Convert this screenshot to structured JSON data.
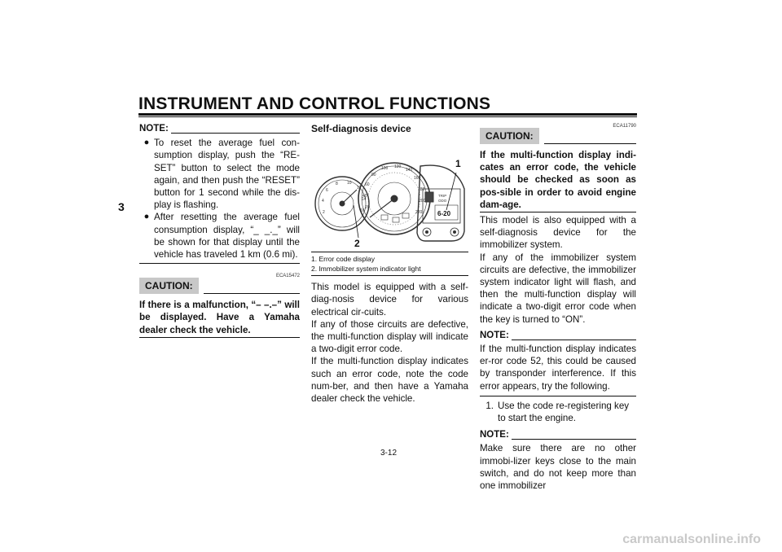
{
  "header": {
    "title": "INSTRUMENT AND CONTROL FUNCTIONS"
  },
  "chapter_tab": "3",
  "col1": {
    "note_label": "NOTE:",
    "bullets": [
      "To reset the average fuel con-sumption display, push the “RE-SET” button to select the mode again, and then push the “RESET” button for 1 second while the dis-play is flashing.",
      "After resetting the average fuel consumption display, “_ _._” will be shown for that display until the vehicle has traveled 1 km (0.6 mi)."
    ],
    "caution_code": "ECA15472",
    "caution_label": "CAUTION:",
    "caution_text": "If there is a malfunction, “– –.–” will be displayed. Have a Yamaha dealer check the vehicle."
  },
  "col2": {
    "section_title": "Self-diagnosis device",
    "figure": {
      "callout_1": "1",
      "callout_2": "2",
      "display_readout": "6-20"
    },
    "captions": [
      "1. Error code display",
      "2. Immobilizer system indicator light"
    ],
    "paragraphs": [
      "This model is equipped with a self-diag-nosis device for various electrical cir-cuits.",
      "If any of those circuits are defective, the multi-function display will indicate a two-digit error code.",
      "If the multi-function display indicates such an error code, note the code num-ber, and then have a Yamaha dealer check the vehicle."
    ]
  },
  "col3": {
    "caution_code": "ECA11790",
    "caution_label": "CAUTION:",
    "caution_text": "If the multi-function display indi-cates an error code, the vehicle should be checked as soon as pos-sible in order to avoid engine dam-age.",
    "paragraphs": [
      "This model is also equipped with a self-diagnosis device for the immobilizer system.",
      "If any of the immobilizer system circuits are defective, the immobilizer system indicator light will flash, and then the multi-function display will indicate a two-digit error code when the key is turned to “ON”."
    ],
    "note1_label": "NOTE:",
    "note1_text": "If the multi-function display indicates er-ror code 52, this could be caused by transponder interference. If this error appears, try the following.",
    "step_num": "1.",
    "step_text": "Use the code re-registering key to start the engine.",
    "note2_label": "NOTE:",
    "note2_text": "Make sure there are no other immobi-lizer keys close to the main switch, and do not keep more than one immobilizer"
  },
  "page_number": "3-12",
  "watermark": "carmanualsonline.info"
}
